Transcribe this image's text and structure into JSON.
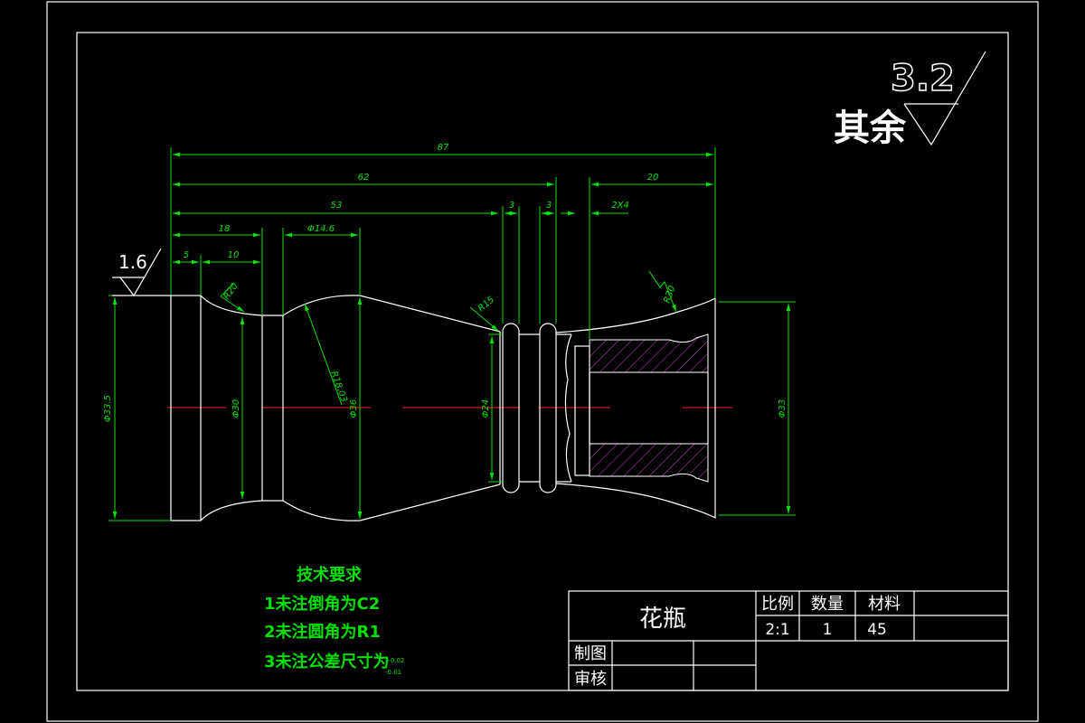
{
  "surface_finish": {
    "other_label": "其余",
    "other_value": "3.2",
    "face_value": "1.6"
  },
  "dimensions": {
    "overall": "87",
    "d62": "62",
    "d20": "20",
    "d53": "53",
    "d3a": "3",
    "d3b": "3",
    "chamfer": "2X4",
    "d18": "18",
    "d146": "Φ14.6",
    "d5": "5",
    "d10": "10",
    "r20": "R20",
    "r15": "R15",
    "r30": "R30",
    "r1803": "R18.03",
    "dia335": "Φ33.5",
    "dia30": "Φ30",
    "dia36": "Φ36",
    "dia24": "Φ24",
    "dia33": "Φ33"
  },
  "tech": {
    "title": "技术要求",
    "items": [
      "1未注倒角为C2",
      "2未注圆角为R1",
      "3未注公差尺寸为"
    ],
    "tol_upper": "+0.02",
    "tol_lower": "-0.01"
  },
  "title_block": {
    "part_name": "花瓶",
    "scale_label": "比例",
    "qty_label": "数量",
    "material_label": "材料",
    "scale": "2:1",
    "qty": "1",
    "material": "45",
    "drawn_label": "制图",
    "checked_label": "审核"
  },
  "colors": {
    "background": "#000000",
    "outline": "#ffffff",
    "dimension": "#00e000",
    "centerline": "#ff2020",
    "hatch": "#d040d0"
  }
}
